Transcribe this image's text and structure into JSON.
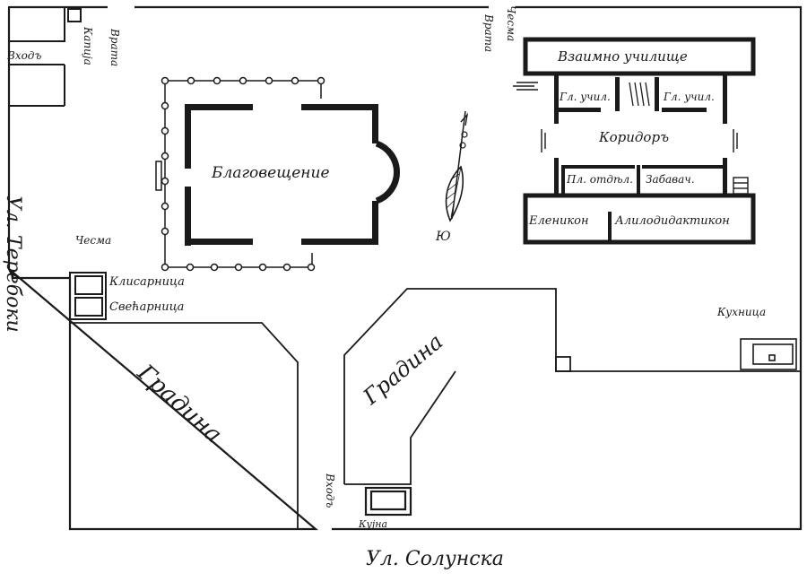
{
  "labels": {
    "vhod_top": "Входъ",
    "vrata_left": "Врата",
    "kapija": "Капија",
    "vrata_right": "Врата",
    "chesma_top": "Чесма",
    "street_left": "Ул. Теребоки",
    "chesma_left": "Чесма",
    "klisarnica": "Клисарница",
    "svecharnica": "Свећарница",
    "blagoveshtenie": "Благовещение",
    "north": "Ю",
    "school": "Взаимно училище",
    "gl_uchil_1": "Гл. учил.",
    "gl_uchil_2": "Гл. учил.",
    "koridor": "Коридоръ",
    "pl_otdel": "Пл. отдѣл.",
    "zabavach": "Забавач.",
    "elenikon": "Еленикон",
    "alilodidaktikon": "Алилодидактикон",
    "kuhnica": "Кухница",
    "gradina_left": "Градина",
    "gradina_right": "Градина",
    "vhod_bottom": "Входъ",
    "kujna": "Кујна",
    "street_bottom": "Ул. Солунска"
  },
  "colors": {
    "ink": "#1a1a1a",
    "paper": "#ffffff"
  },
  "icons": [
    "north-arrow-icon",
    "colonnade-column-icon"
  ]
}
